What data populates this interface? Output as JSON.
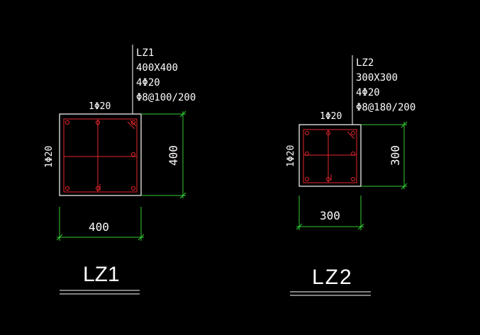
{
  "colors": {
    "background": "#000000",
    "outline": "#ffffff",
    "rebar": "#e8262b",
    "dimension": "#33cc33",
    "text": "#ffffff"
  },
  "columns": [
    {
      "callout": {
        "name": "LZ1",
        "size": "400X400",
        "main_bars": "4Φ20",
        "stirrups": "Φ8@100/200"
      },
      "top_bar_label": "1Φ20",
      "side_bar_label": "1Φ20",
      "dim_bottom": "400",
      "dim_right": "400",
      "title": "LZ1"
    },
    {
      "callout": {
        "name": "LZ2",
        "size": "300X300",
        "main_bars": "4Φ20",
        "stirrups": "Φ8@180/200"
      },
      "top_bar_label": "1Φ20",
      "side_bar_label": "1Φ20",
      "dim_bottom": "300",
      "dim_right": "300",
      "title": "LZ2"
    }
  ]
}
